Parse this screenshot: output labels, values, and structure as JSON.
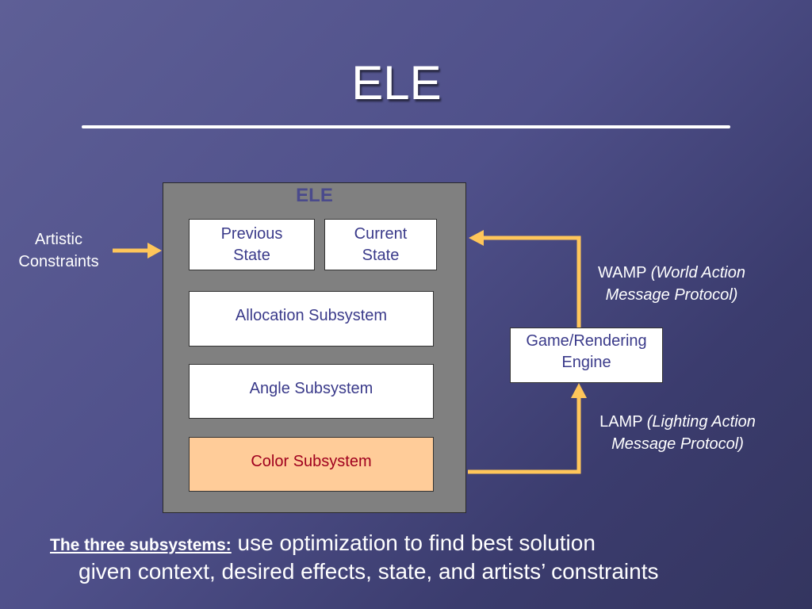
{
  "slide": {
    "title": "ELE"
  },
  "diagram": {
    "ele_label": "ELE",
    "previous_state": [
      "Previous",
      "State"
    ],
    "current_state": [
      "Current",
      "State"
    ],
    "allocation": "Allocation Subsystem",
    "angle": "Angle Subsystem",
    "color": "Color Subsystem",
    "artistic": [
      "Artistic",
      "Constraints"
    ],
    "engine": [
      "Game/Rendering",
      "Engine"
    ],
    "wamp": {
      "name": "WAMP",
      "desc_1": "(World Action",
      "desc_2": "Message Protocol)"
    },
    "lamp": {
      "name": "LAMP",
      "desc_1": "(Lighting Action",
      "desc_2": "Message Protocol)"
    }
  },
  "bullet": {
    "lead": "The three subsystems:",
    "text_1": " use optimization to find best solution",
    "text_2": "given context, desired effects, state, and artists’ constraints"
  },
  "colors": {
    "arrow": "#ffc65a",
    "color_subsystem_fill": "#ffcc99",
    "ele_box_fill": "#808080"
  }
}
